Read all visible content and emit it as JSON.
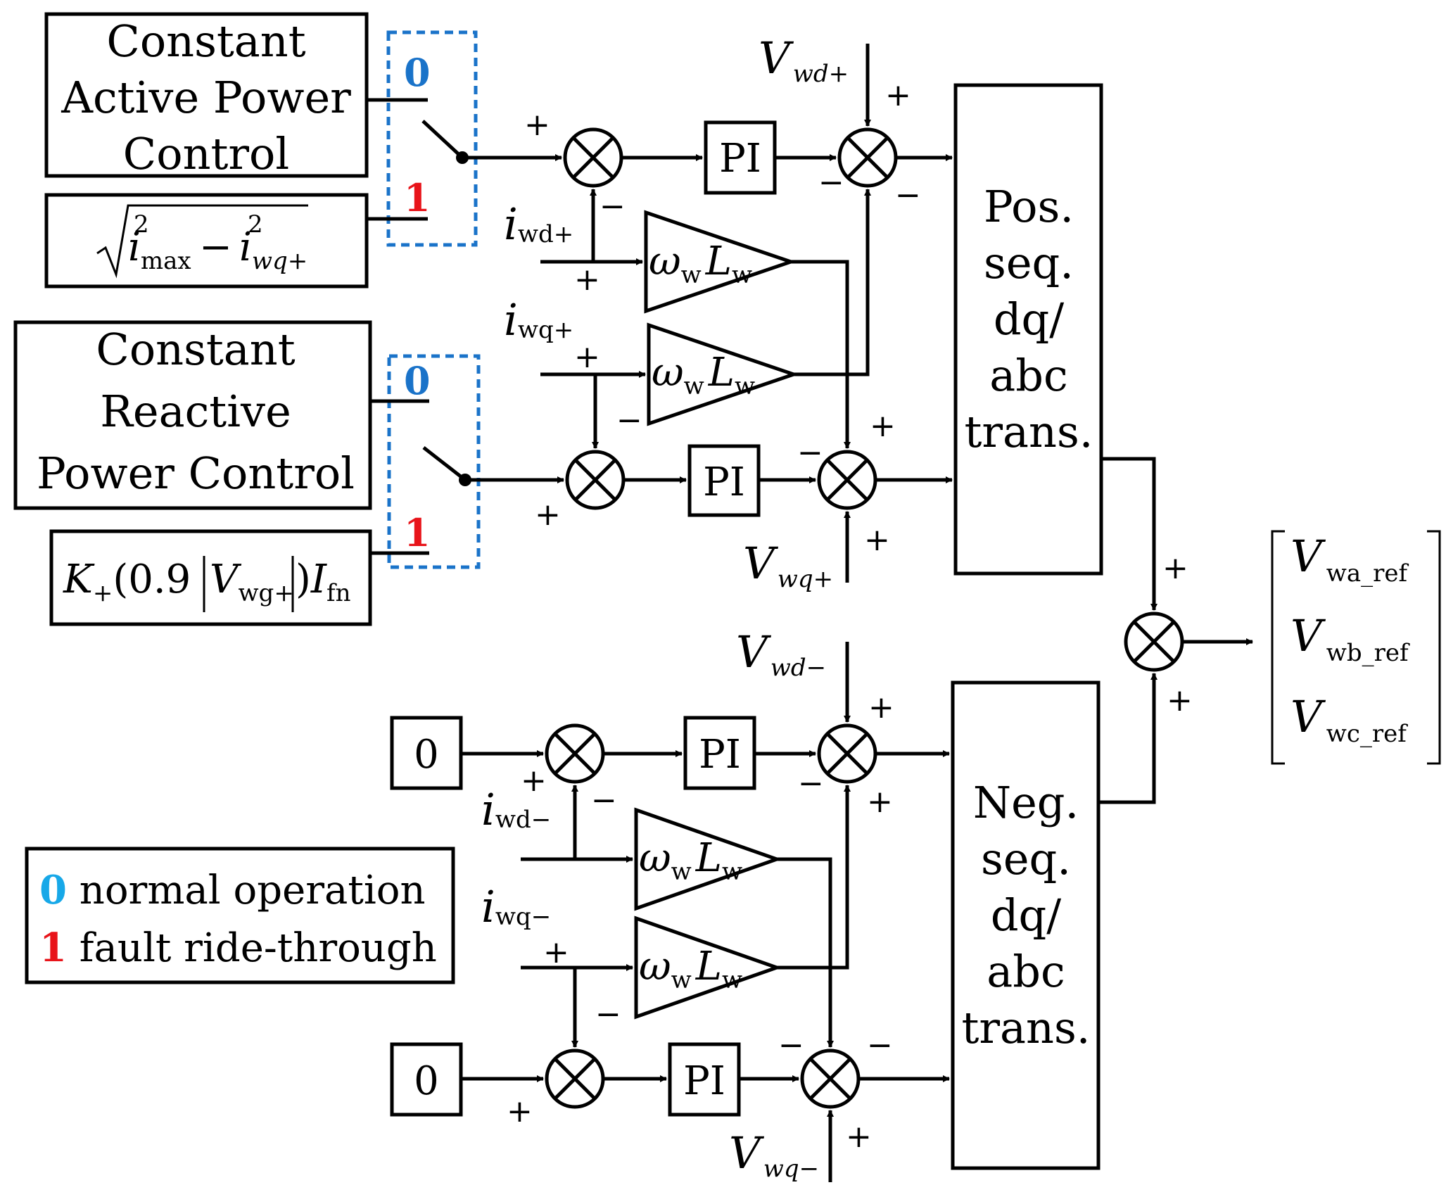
{
  "blocks": {
    "active_ctrl": [
      "Constant",
      "Active Power",
      "Control"
    ],
    "reactive_ctrl": [
      "Constant",
      "Reactive",
      "Power Control"
    ],
    "pi": "PI",
    "zero": "0",
    "pos_trans": [
      "Pos.",
      "seq.",
      "dq/",
      "abc",
      "trans."
    ],
    "neg_trans": [
      "Neg.",
      "seq.",
      "dq/",
      "abc",
      "trans."
    ]
  },
  "formulas": {
    "sqrt": {
      "i": "i",
      "max": "max",
      "minus": "−",
      "wq": "wq+",
      "sq": "2"
    },
    "kexpr": {
      "k": "K",
      "kp": "+",
      "mid": "(0.9 ",
      "v": "V",
      "vs": "wg+",
      "close": ")",
      "i": "I",
      "is": "fn"
    }
  },
  "switch": {
    "zero": "0",
    "one": "1",
    "zero_color": "#1a73c9",
    "one_color": "#e8141a"
  },
  "labels": {
    "vwd_plus": {
      "v": "V",
      "s": "wd+"
    },
    "vwq_plus": {
      "v": "V",
      "s": "wq+"
    },
    "vwd_minus": {
      "v": "V",
      "s": "wd−"
    },
    "vwq_minus": {
      "v": "V",
      "s": "wq−"
    },
    "iwd_plus": {
      "v": "i",
      "s": "wd+"
    },
    "iwq_plus": {
      "v": "i",
      "s": "wq+"
    },
    "iwd_minus": {
      "v": "i",
      "s": "wd−"
    },
    "iwq_minus": {
      "v": "i",
      "s": "wq−"
    },
    "gain": {
      "w": "ω",
      "ws": "w",
      "l": "L",
      "ls": "w"
    },
    "plus": "+",
    "minus": "−"
  },
  "output": [
    {
      "v": "V",
      "s": "wa_ref"
    },
    {
      "v": "V",
      "s": "wb_ref"
    },
    {
      "v": "V",
      "s": "wc_ref"
    }
  ],
  "legend": {
    "zero_num": "0",
    "zero_text": " normal operation",
    "one_num": "1",
    "one_text": " fault ride-through",
    "zero_color": "#17a8e8",
    "one_color": "#e8141a"
  }
}
